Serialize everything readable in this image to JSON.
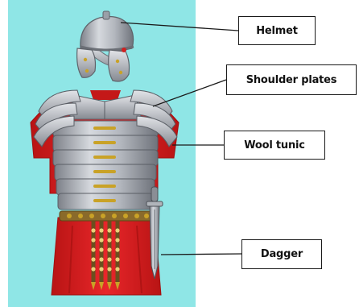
{
  "labels": {
    "helmet": "Helmet",
    "shoulder_plates": "Shoulder plates",
    "wool_tunic": "Wool tunic",
    "dagger": "Dagger"
  },
  "colors": {
    "background_panel": "#8fe6e6",
    "tunic_red": "#e01f1f",
    "armour_steel": "#a6aab2",
    "brass_trim": "#c9a227"
  }
}
